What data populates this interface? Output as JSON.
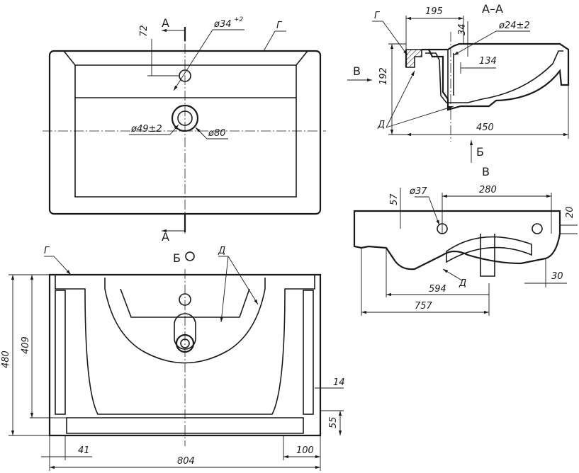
{
  "top_view": {
    "section_mark": "А",
    "dim_72": "72",
    "dim_d34": "ø34",
    "dim_d34_tol": "+2",
    "label_g": "Г",
    "dim_d49": "ø49±2",
    "dim_d80": "ø80"
  },
  "section_aa": {
    "title": "А–А",
    "dim_195": "195",
    "label_g": "Г",
    "dim_34": "34",
    "dim_d24": "ø24±2",
    "dim_134": "134",
    "dim_192": "192",
    "arrow_v": "В",
    "label_d": "Д",
    "dim_450": "450",
    "arrow_b": "Б"
  },
  "view_v": {
    "title": "В",
    "dim_57": "57",
    "dim_d37": "ø37",
    "dim_280": "280",
    "dim_20": "20",
    "label_d": "Д",
    "dim_594": "594",
    "dim_30": "30",
    "dim_757": "757"
  },
  "view_b": {
    "title": "Б",
    "label_g": "Г",
    "label_d": "Д",
    "dim_480": "480",
    "dim_409": "409",
    "dim_14": "14",
    "dim_55": "55",
    "dim_41": "41",
    "dim_100": "100",
    "dim_804": "804"
  }
}
